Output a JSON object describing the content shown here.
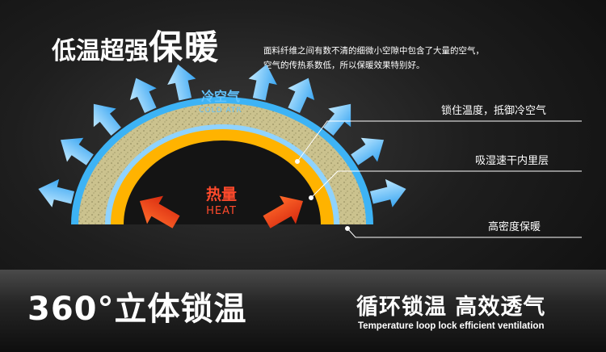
{
  "headline": {
    "normal": "低温超强",
    "strong": "保暖"
  },
  "description": {
    "line1": "面料纤维之间有数不清的细微小空隙中包含了大量的空气，",
    "line2": "空气的传热系数低，所以保暖效果特别好。"
  },
  "cold_label": {
    "zh": "冷空气",
    "en": "COLD ATR"
  },
  "heat_label": {
    "zh": "热量",
    "en": "HEAT"
  },
  "callouts": {
    "layer1": "锁住温度，抵御冷空气",
    "layer2": "吸湿速干内里层",
    "layer3": "高密度保暖"
  },
  "bottom": {
    "left": "360°立体锁温",
    "right": "循环锁温 高效透气",
    "en": "Temperature loop lock efficient ventilation"
  },
  "colors": {
    "cold_blue": "#4fb6ff",
    "fabric": "#c9c08c",
    "inner_yellow": "#ffb300",
    "heat_red": "#ff4a2c"
  },
  "icons": [
    "cold-air-arrow-icon",
    "heat-arrow-icon"
  ]
}
